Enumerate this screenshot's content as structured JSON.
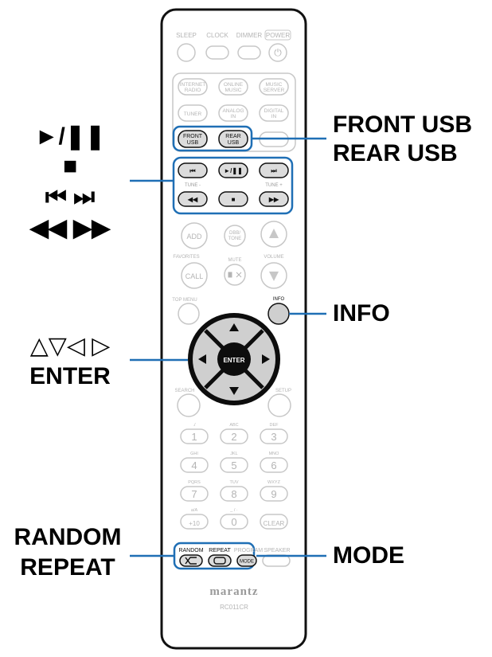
{
  "remote": {
    "brand": "marantz",
    "model": "RC011CR",
    "top_labels": {
      "sleep": "SLEEP",
      "clock": "CLOCK",
      "dimmer": "DIMMER",
      "power": "POWER"
    },
    "power_symbol": "⏻",
    "source_buttons": {
      "internet_radio": [
        "INTERNET",
        "RADIO"
      ],
      "online_music": [
        "ONLINE",
        "MUSIC"
      ],
      "music_server": [
        "MUSIC",
        "SERVER"
      ],
      "tuner": [
        "TUNER"
      ],
      "analog_in": [
        "ANALOG",
        "IN"
      ],
      "digital_in": [
        "DIGITAL",
        "IN"
      ],
      "front_usb": [
        "FRONT",
        "USB"
      ],
      "rear_usb": [
        "REAR",
        "USB"
      ]
    },
    "transport": {
      "prev": "⏮",
      "play_pause": "►/❚❚",
      "next": "⏭",
      "tune_minus_label": "TUNE -",
      "tune_plus_label": "TUNE +",
      "rewind": "◀◀",
      "stop": "■",
      "fast_forward": "▶▶"
    },
    "middle": {
      "add": "ADD",
      "dbb_tone": [
        "DBB/",
        "TONE"
      ],
      "favorites_label": "FAVORITES",
      "mute_label": "MUTE",
      "volume_label": "VOLUME",
      "call": "CALL",
      "top_menu_label": "TOP MENU",
      "info_label": "INFO"
    },
    "dpad": {
      "enter": "ENTER"
    },
    "search_label": "SEARCH",
    "setup_label": "SETUP",
    "numpad": [
      {
        "sub": "./",
        "digit": "1"
      },
      {
        "sub": "ABC",
        "digit": "2"
      },
      {
        "sub": "DEF",
        "digit": "3"
      },
      {
        "sub": "GHI",
        "digit": "4"
      },
      {
        "sub": "JKL",
        "digit": "5"
      },
      {
        "sub": "MNO",
        "digit": "6"
      },
      {
        "sub": "PQRS",
        "digit": "7"
      },
      {
        "sub": "TUV",
        "digit": "8"
      },
      {
        "sub": "WXYZ",
        "digit": "9"
      },
      {
        "sub": "a/A",
        "digit": "+10"
      },
      {
        "sub": "_ / ·",
        "digit": "0"
      },
      {
        "sub": "",
        "digit": "CLEAR"
      }
    ],
    "bottom": {
      "random_label": "RANDOM",
      "repeat_label": "REPEAT",
      "program_label": "PROGRAM",
      "speaker_label": "SPEAKER",
      "mode": "MODE"
    }
  },
  "callouts": {
    "transport_line1": "►/❚❚",
    "transport_line2": "■",
    "transport_line3": "⏮ ⏭",
    "transport_line4": "◀◀ ▶▶",
    "usb_line1": "FRONT USB",
    "usb_line2": "REAR USB",
    "info": "INFO",
    "nav_line1": "△▽◁ ▷",
    "nav_line2": "ENTER",
    "random": "RANDOM",
    "repeat": "REPEAT",
    "mode": "MODE"
  },
  "colors": {
    "highlight": "#1f6fb5",
    "faded": "#c7c7c7",
    "faded_text": "#b4b4b4",
    "active_button": "#dcdcdc",
    "dpad_ring": "#0d0d0d",
    "dpad_inner": "#cfcfcf",
    "brand_text": "#9a9a9a"
  }
}
